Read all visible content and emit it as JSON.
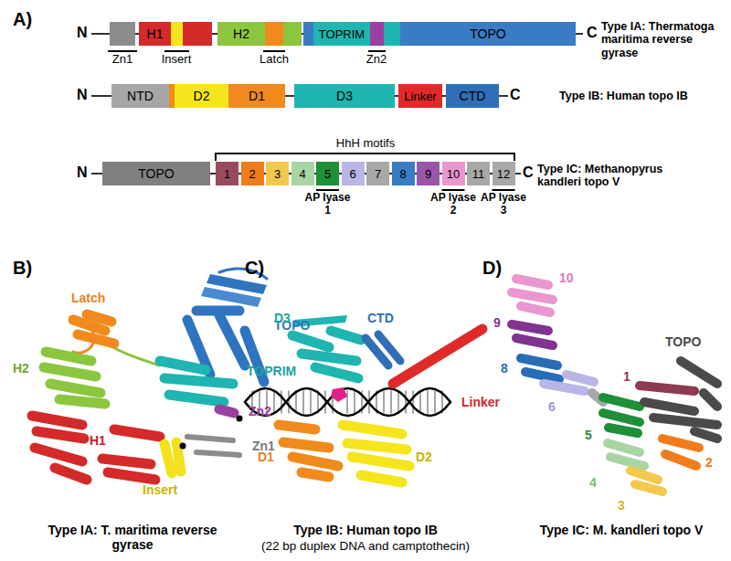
{
  "diagram": {
    "nodes": [
      {
        "text": [
          "H1"
        ]
      },
      {
        "text": [
          "H2"
        ]
      },
      {
        "text": [
          "TOPRIM"
        ]
      },
      {
        "text": [
          "TOPO"
        ]
      },
      {
        "text": [
          "NTD"
        ]
      },
      {
        "text": [
          "D2"
        ]
      },
      {
        "text": [
          "D1"
        ]
      },
      {
        "text": [
          "D3"
        ]
      },
      {
        "text": [
          "Linker"
        ]
      },
      {
        "text": [
          "CTD"
        ]
      },
      {
        "text": [
          "TOPO"
        ]
      },
      {
        "text": [
          "1"
        ]
      },
      {
        "text": [
          "2"
        ]
      },
      {
        "text": [
          "3"
        ]
      },
      {
        "text": [
          "4"
        ]
      },
      {
        "text": [
          "5"
        ]
      },
      {
        "text": [
          "6"
        ]
      },
      {
        "text": [
          "7"
        ]
      },
      {
        "text": [
          "8"
        ]
      },
      {
        "text": [
          "9"
        ]
      },
      {
        "text": [
          "10"
        ]
      },
      {
        "text": [
          "11"
        ]
      },
      {
        "text": [
          "12"
        ]
      }
    ],
    "labels": [
      "A)",
      "N",
      "C",
      "Zn1",
      "Insert",
      "Latch",
      "Zn2",
      "Type IA: Thermatoga maritima reverse gyrase",
      "N",
      "C",
      "Type IB: Human topo IB",
      "HhH motifs",
      "N",
      "C",
      "AP lyase 1",
      "AP lyase 2",
      "AP lyase 3",
      "Type IC: Methanopyrus kandleri topo V",
      "B)",
      "Latch",
      "TOPO",
      "H2",
      "TOPRIM",
      "Zn2",
      "Zn1",
      "H1",
      "Insert",
      "Type IA: T. maritima reverse gyrase",
      "C)",
      "D3",
      "CTD",
      "Linker",
      "D1",
      "D2",
      "Type IB: Human topo IB",
      "(22 bp duplex DNA and camptothecin)",
      "D)",
      "10",
      "9",
      "8",
      "TOPO",
      "1",
      "6",
      "5",
      "2",
      "4",
      "3",
      "Type IC: M. kandleri topo V"
    ]
  }
}
